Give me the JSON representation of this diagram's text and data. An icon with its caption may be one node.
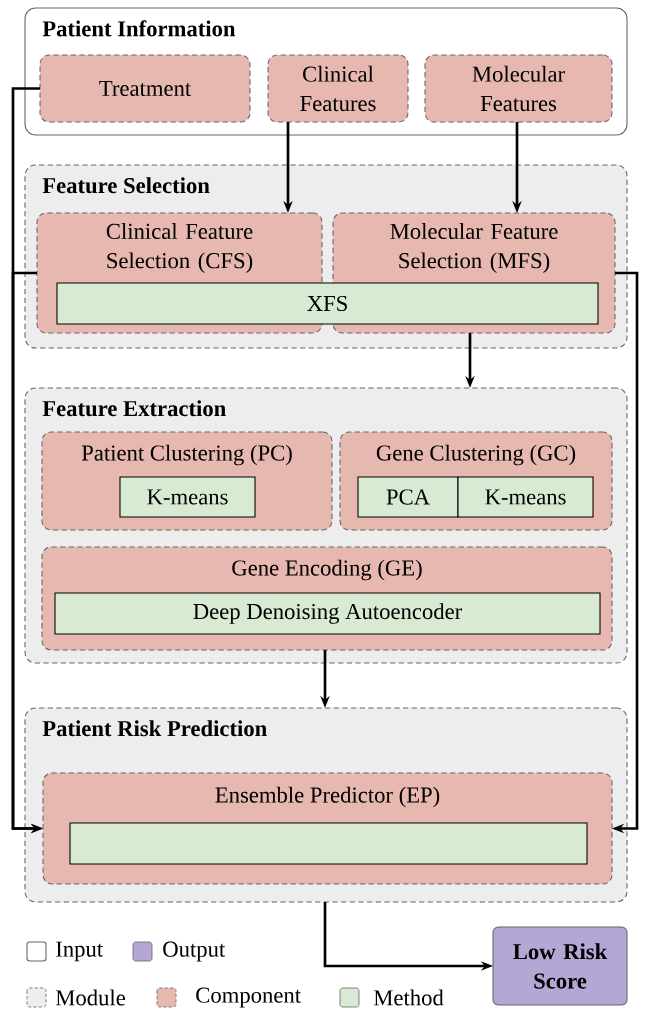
{
  "diagram": {
    "nodes": [
      {
        "text": [
          "Patient Information"
        ]
      },
      {
        "text": [
          "Treatment"
        ],
        "in": 0
      },
      {
        "text": [
          "Clinical Features"
        ],
        "in": 0
      },
      {
        "text": [
          "Molecular Features"
        ],
        "in": 0
      },
      {
        "text": [
          "Feature Selection"
        ]
      },
      {
        "text": [
          "Clinical Feature Selection (CFS)"
        ],
        "in": 4
      },
      {
        "text": [
          "Molecular Feature Selection (MFS)"
        ],
        "in": 4
      },
      {
        "text": [
          "XFS"
        ],
        "in": 4
      },
      {
        "text": [
          "Feature Extraction"
        ]
      },
      {
        "text": [
          "Patient Clustering (PC)"
        ],
        "in": 8
      },
      {
        "text": [
          "K-means"
        ],
        "in": 9
      },
      {
        "text": [
          "Gene Clustering (GC)"
        ],
        "in": 8
      },
      {
        "text": [
          "PCA"
        ],
        "in": 11
      },
      {
        "text": [
          "K-means"
        ],
        "in": 11
      },
      {
        "text": [
          "Gene Encoding (GE)"
        ],
        "in": 8
      },
      {
        "text": [
          "Deep Denoising Autoencoder"
        ],
        "in": 14
      },
      {
        "text": [
          "Patient Risk Prediction"
        ]
      },
      {
        "text": [
          "Ensemble Predictor (EP)"
        ],
        "in": 16
      },
      {
        "text": [],
        "shape": "box",
        "in": 17
      },
      {
        "text": [
          "Low Risk Score"
        ]
      }
    ],
    "edges": [
      {
        "from": 2,
        "to": 5,
        "arrow": "to"
      },
      {
        "from": 3,
        "to": 6,
        "arrow": "to"
      },
      {
        "from": 1,
        "to": 17,
        "arrow": "to"
      },
      {
        "from": 5,
        "to": 17,
        "arrow": "to"
      },
      {
        "from": 6,
        "to": 17,
        "arrow": "to"
      },
      {
        "from": 6,
        "to": 8,
        "arrow": "to"
      },
      {
        "from": 14,
        "to": 16,
        "arrow": "to"
      },
      {
        "from": 16,
        "to": 19,
        "arrow": "to"
      }
    ],
    "legend": [
      {
        "text": "Input"
      },
      {
        "text": "Output",
        "color": "#b4a7d6"
      },
      {
        "text": "Module",
        "color": "#eeeeee"
      },
      {
        "text": "Component",
        "color": "#e6b8af"
      },
      {
        "text": "Method",
        "color": "#d9ead3"
      }
    ]
  }
}
